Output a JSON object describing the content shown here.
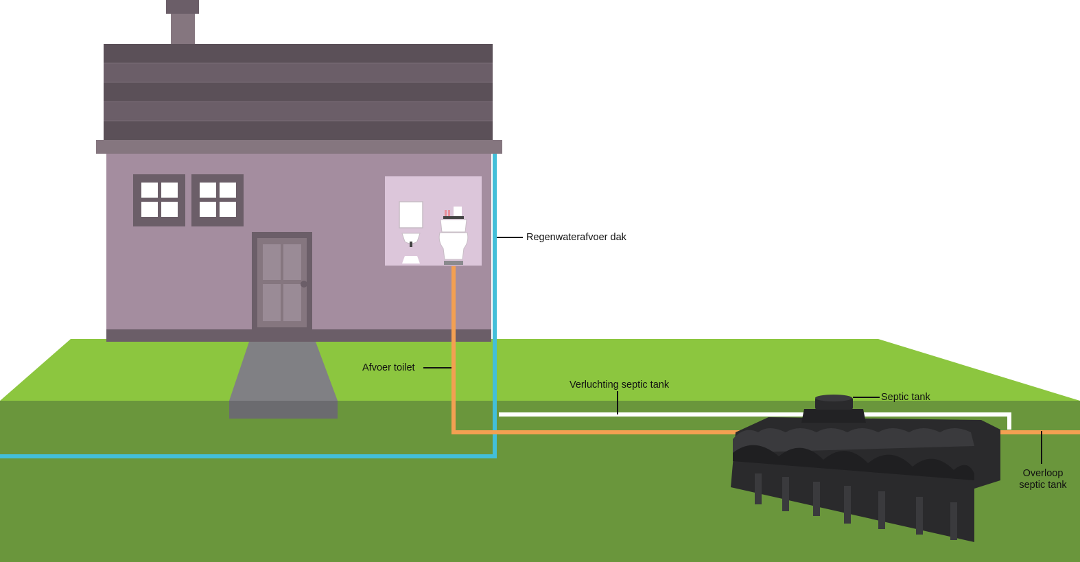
{
  "labels": {
    "roof_drain": "Regenwaterafvoer dak",
    "toilet_drain": "Afvoer toilet",
    "ventilation": "Verluchting septic tank",
    "septic_tank": "Septic tank",
    "overflow": "Overloop\nseptic tank"
  },
  "colors": {
    "lawn_top": "#8cc63f",
    "soil": "#6a963c",
    "wall": "#a48d9f",
    "roof_dark": "#5b5058",
    "roof_light": "#6b5e68",
    "eave": "#85767f",
    "bathroom_panel": "#dcc6da",
    "path": "#808084",
    "rain_pipe": "#43bfd9",
    "waste_pipe": "#f3a052",
    "vent_pipe": "#ffffff",
    "tank": "#2a2a2c"
  }
}
